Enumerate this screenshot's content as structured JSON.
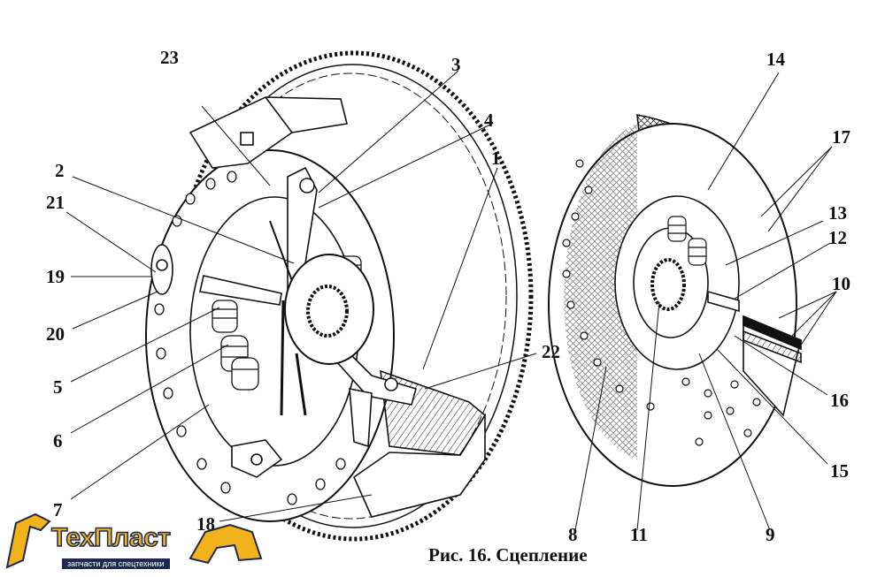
{
  "caption": "Рис. 16. Сцепление",
  "logo": {
    "name": "ТехПласт",
    "tagline": "запчасти для спецтехники",
    "colors": {
      "yellow": "#f2b21b",
      "navy": "#1d2a4f"
    }
  },
  "labels": {
    "l1": "1",
    "l2": "2",
    "l3": "3",
    "l4": "4",
    "l5": "5",
    "l6": "6",
    "l7": "7",
    "l8": "8",
    "l9": "9",
    "l10": "10",
    "l11": "11",
    "l12": "12",
    "l13": "13",
    "l14": "14",
    "l15": "15",
    "l16": "16",
    "l17": "17",
    "l18": "18",
    "l19": "19",
    "l20": "20",
    "l21": "21",
    "l22": "22",
    "l23": "23"
  }
}
